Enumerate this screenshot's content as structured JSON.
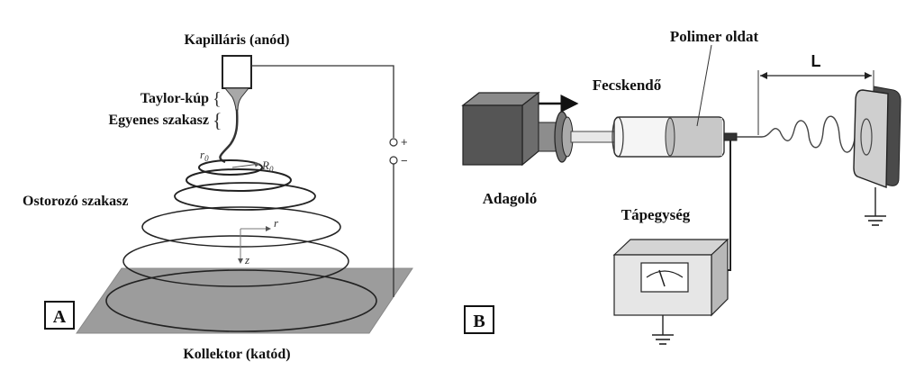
{
  "panel_a": {
    "badge": "A",
    "capillary_label": "Kapilláris (anód)",
    "taylor_cone_label": "Taylor-kúp",
    "straight_segment_label": "Egyenes szakasz",
    "whipping_label": "Ostorozó szakasz",
    "collector_label": "Kollektor (katód)",
    "r0_label": "r",
    "r0_sub": "0",
    "R0_label": "R",
    "R0_sub": "0",
    "axis_r": "r",
    "axis_z": "z",
    "plus_label": "+",
    "minus_label": "−",
    "brace": "{"
  },
  "panel_b": {
    "badge": "B",
    "polymer_solution_label": "Polimer oldat",
    "syringe_label": "Fecskendő",
    "pump_label": "Adagoló",
    "power_supply_label": "Tápegység",
    "distance_label": "L"
  },
  "colors": {
    "collector": "#9c9c9c",
    "pump_front": "#555555",
    "pump_top": "#8a8a8a",
    "power_box": "#e6e6e6",
    "polymer": "#c8c8c8",
    "wire": "#222222"
  }
}
